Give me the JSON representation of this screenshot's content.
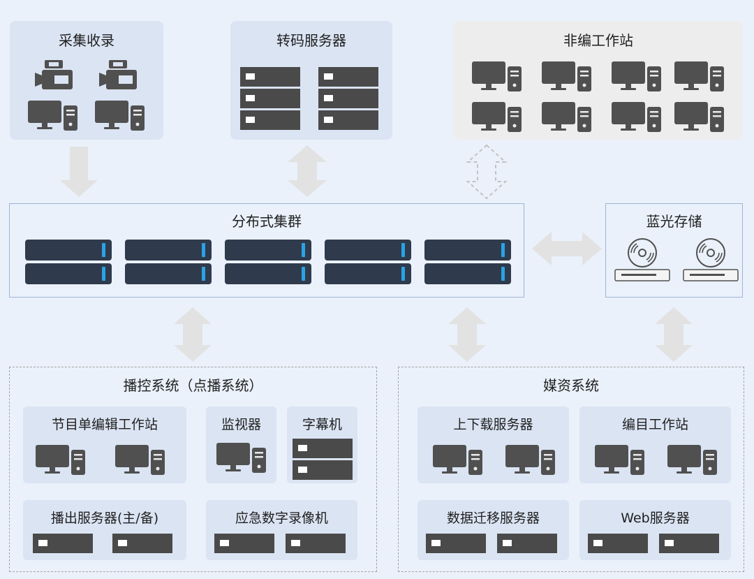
{
  "top": {
    "capture": {
      "title": "采集收录",
      "icons": [
        "video-camera-icon",
        "video-camera-icon",
        "desktop-computer-icon",
        "desktop-computer-icon"
      ]
    },
    "transcode": {
      "title": "转码服务器",
      "icons": [
        "rack-server-icon",
        "rack-server-icon"
      ]
    },
    "nonlinear": {
      "title": "非编工作站",
      "icons": [
        "desktop-computer-icon"
      ]
    }
  },
  "cluster": {
    "title": "分布式集群",
    "icons": [
      "cluster-node-icon"
    ]
  },
  "bluray": {
    "title": "蓝光存储",
    "icons": [
      "optical-disc-icon",
      "optical-disc-icon"
    ]
  },
  "playout": {
    "title": "播控系统（点播系统）",
    "schedule": {
      "title": "节目单编辑工作站"
    },
    "monitor": {
      "title": "监视器"
    },
    "caption": {
      "title": "字幕机"
    },
    "playout_server": {
      "title": "播出服务器(主/备)"
    },
    "emergency": {
      "title": "应急数字录像机"
    }
  },
  "media": {
    "title": "媒资系统",
    "updown": {
      "title": "上下载服务器"
    },
    "catalog": {
      "title": "编目工作站"
    },
    "migration": {
      "title": "数据迁移服务器"
    },
    "web": {
      "title": "Web服务器"
    }
  },
  "colors": {
    "panel": "#dbe4f3",
    "dark_node": "#2f3a4c",
    "accent_blue": "#2aa3e6",
    "device_gray": "#555555"
  }
}
